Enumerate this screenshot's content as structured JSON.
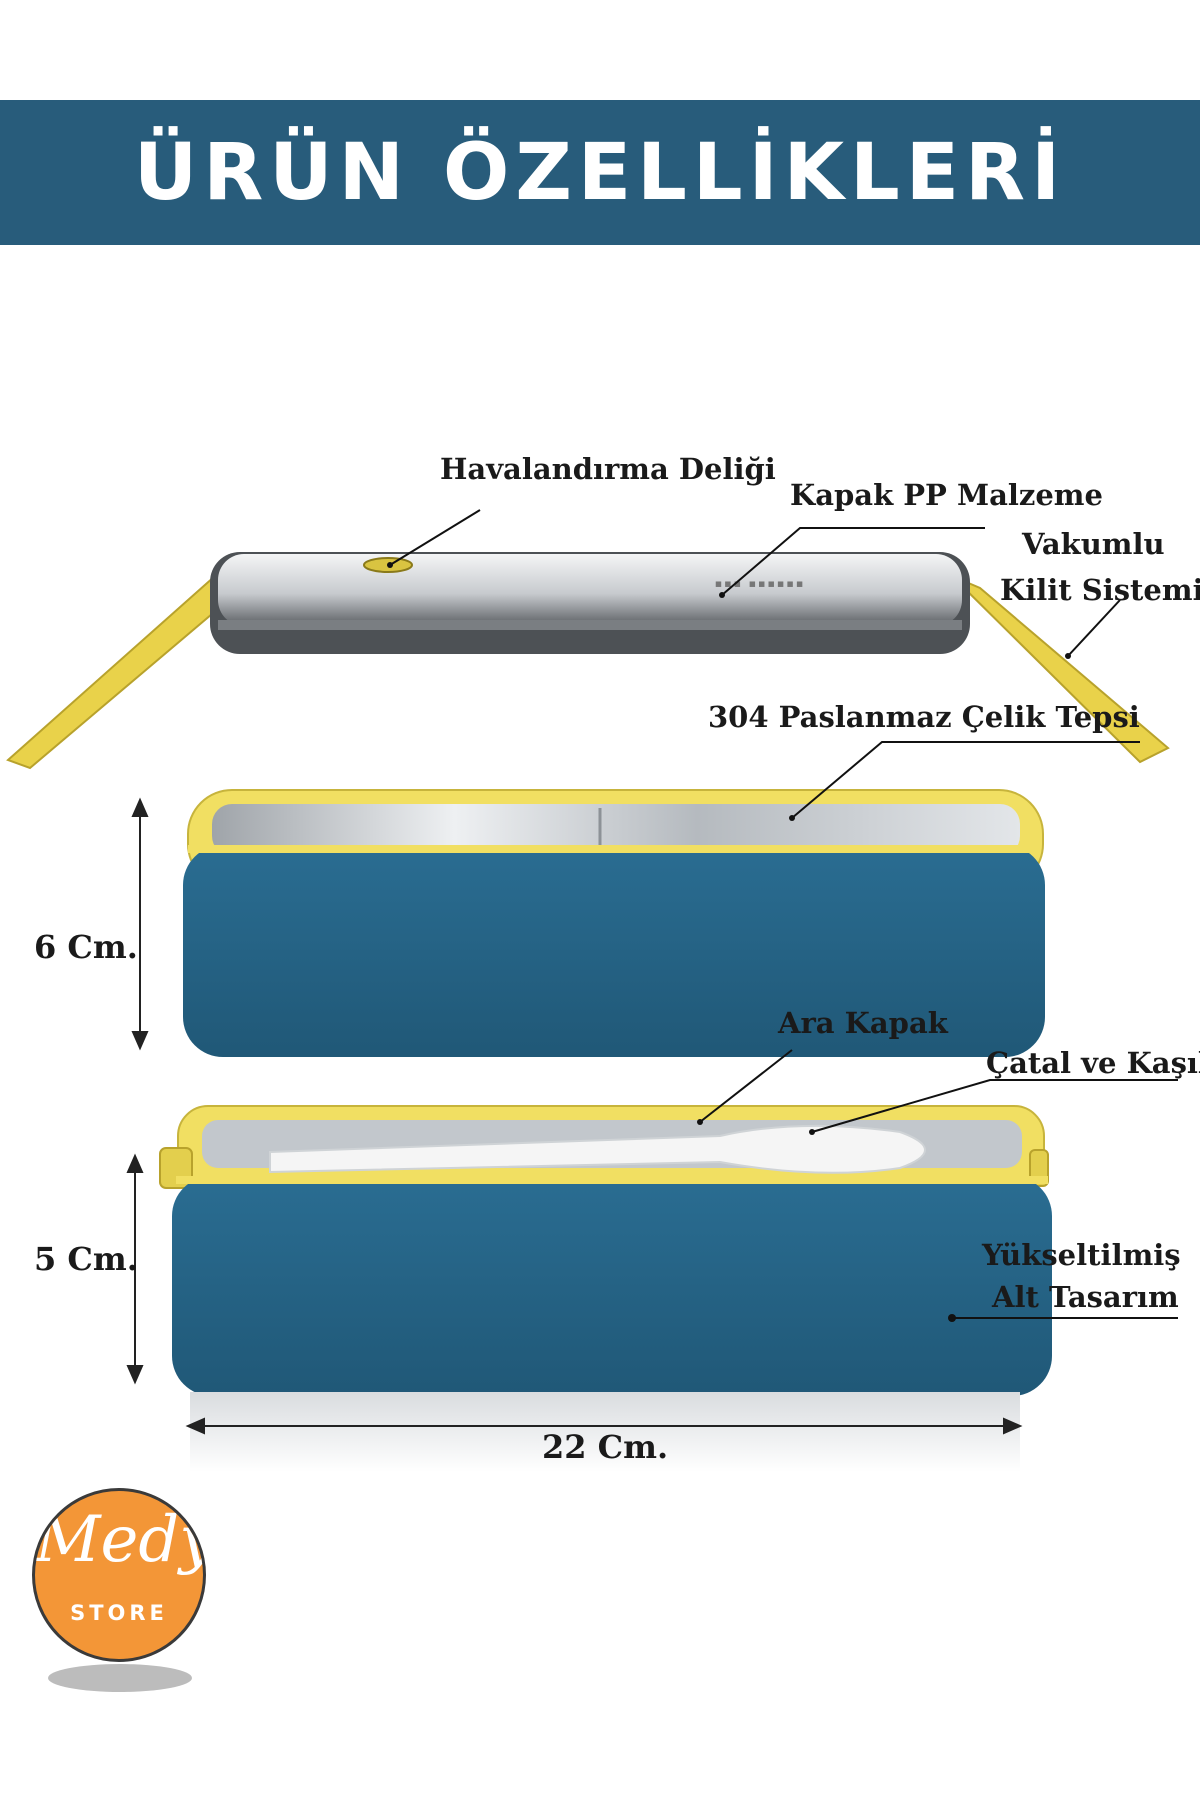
{
  "title": "ÜRÜN ÖZELLİKLERİ",
  "colors": {
    "banner": "#285c7b",
    "body_blue": "#266689",
    "yellow": "#f1df62",
    "steel": "#c9cdd1",
    "logo_orange": "#f39637"
  },
  "labels": {
    "vent_hole": "Havalandırma Deliği",
    "lid_material": "Kapak PP Malzeme",
    "vacuum_lock_line1": "Vakumlu",
    "vacuum_lock_line2": "Kilit Sistemi",
    "steel_tray": "304 Paslanmaz Çelik Tepsi",
    "middle_lid": "Ara Kapak",
    "fork_spoon": "Çatal ve Kaşık",
    "raised_bottom_line1": "Yükseltilmiş",
    "raised_bottom_line2": "Alt Tasarım"
  },
  "dimensions": {
    "upper_height": "6 Cm.",
    "lower_height": "5 Cm.",
    "width": "22 Cm."
  },
  "logo": {
    "script": "Medy",
    "subtitle": "STORE"
  }
}
